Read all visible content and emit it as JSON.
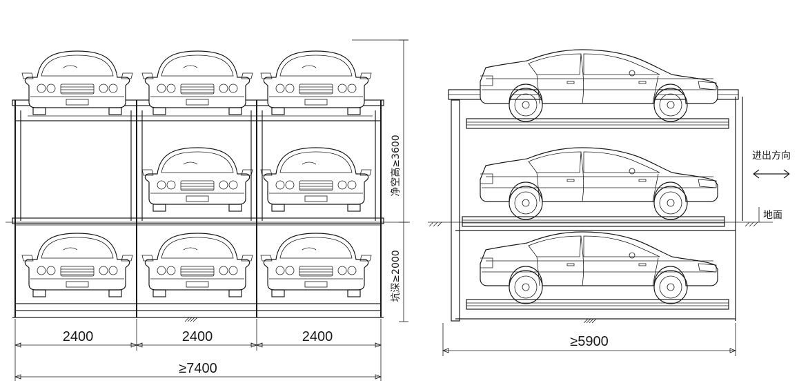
{
  "front_view": {
    "widths": [
      {
        "label": "2400",
        "bay": 0
      },
      {
        "label": "2400",
        "bay": 1
      },
      {
        "label": "2400",
        "bay": 2
      }
    ],
    "total_width": "≥7400",
    "upper_height_label": "净空高≥3600",
    "lower_depth_label": "坑深≥2000"
  },
  "side_view": {
    "total_length": "≥5900",
    "direction_label": "进出方向",
    "ground_label": "地面"
  }
}
